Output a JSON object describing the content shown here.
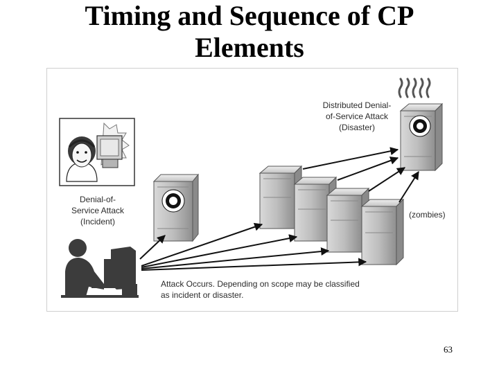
{
  "slide": {
    "title_line1": "Timing and Sequence of CP",
    "title_line2": "Elements",
    "page_number": "63"
  },
  "diagram": {
    "incident_label": [
      "Denial-of-",
      "Service Attack",
      "(Incident)"
    ],
    "disaster_label": [
      "Distributed Denial-",
      "of-Service Attack",
      "(Disaster)"
    ],
    "zombies_label": "(zombies)",
    "attack_label": [
      "Attack Occurs.  Depending on scope may be classified",
      "as incident or disaster."
    ]
  }
}
